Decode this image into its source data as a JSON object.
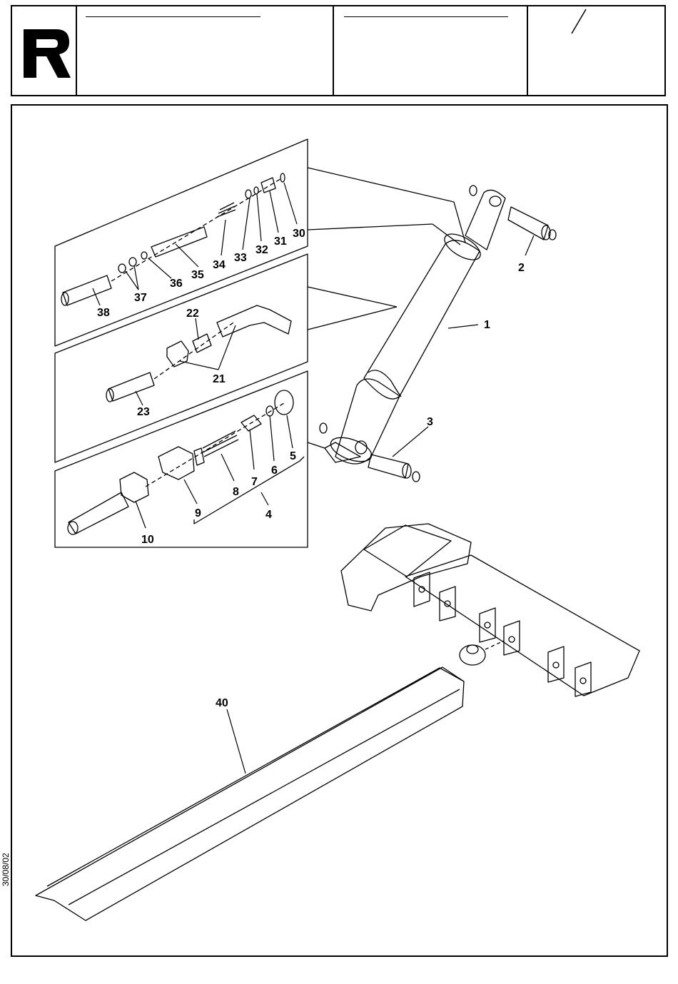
{
  "header": {
    "field_a": "",
    "field_b": "",
    "page_fraction_mark": "/"
  },
  "date_stamp": "30/08/02",
  "callouts": [
    "1",
    "2",
    "3",
    "4",
    "5",
    "6",
    "7",
    "8",
    "9",
    "10",
    "21",
    "22",
    "23",
    "30",
    "31",
    "32",
    "33",
    "34",
    "35",
    "36",
    "37",
    "38",
    "40"
  ]
}
